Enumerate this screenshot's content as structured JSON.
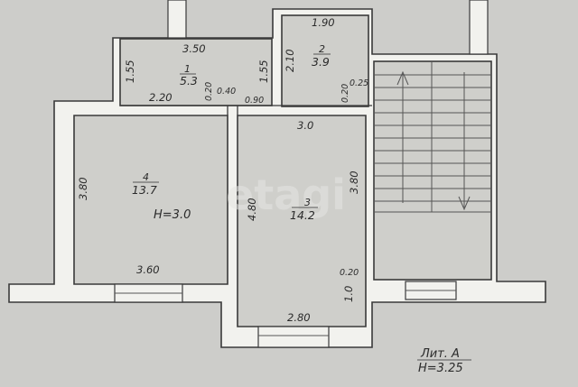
{
  "watermark": "etagi",
  "rooms": [
    {
      "number": "1",
      "area": "5.3"
    },
    {
      "number": "2",
      "area": "3.9"
    },
    {
      "number": "3",
      "area": "14.2"
    },
    {
      "number": "4",
      "area": "13.7"
    }
  ],
  "room4_height": "H=3.0",
  "dimensions": {
    "r1_top": "3.50",
    "r1_left": "1.55",
    "r1_right": "1.55",
    "r1_bottom_left": "2.20",
    "r1_bottom_mid": "0.20",
    "r1_bottom_gap": "0.40",
    "r1_bottom_right": "0.90",
    "r2_top": "1.90",
    "r2_left": "2.10",
    "r2_bottom_right": "0.20",
    "r2_side": "0.25",
    "r3_top": "3.0",
    "r3_left": "4.80",
    "r3_right": "3.80",
    "r3_bottom": "2.80",
    "r3_corner": "0.20",
    "r3_lower_right": "1.0",
    "r4_left": "3.80",
    "r4_bottom": "3.60"
  },
  "litera": {
    "line1": "Лит. А",
    "line2": "H=3.25"
  }
}
